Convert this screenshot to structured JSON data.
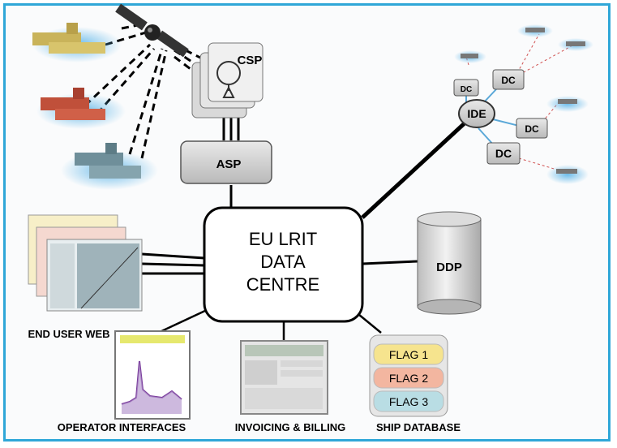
{
  "labels": {
    "csp": "CSP",
    "asp": "ASP",
    "ide": "IDE",
    "dc": "DC",
    "ddp": "DDP",
    "centre_line1": "EU LRIT",
    "centre_line2": "DATA",
    "centre_line3": "CENTRE",
    "end_user_web": "END USER WEB",
    "operator_interfaces": "OPERATOR INTERFACES",
    "invoicing_billing": "INVOICING & BILLING",
    "ship_database": "SHIP DATABASE",
    "flag1": "FLAG 1",
    "flag2": "FLAG 2",
    "flag3": "FLAG 3"
  },
  "colors": {
    "frame_border": "#2fa7d8",
    "flag1": "#f6e48e",
    "flag2": "#f3b6a0",
    "flag3": "#b9dde4"
  }
}
